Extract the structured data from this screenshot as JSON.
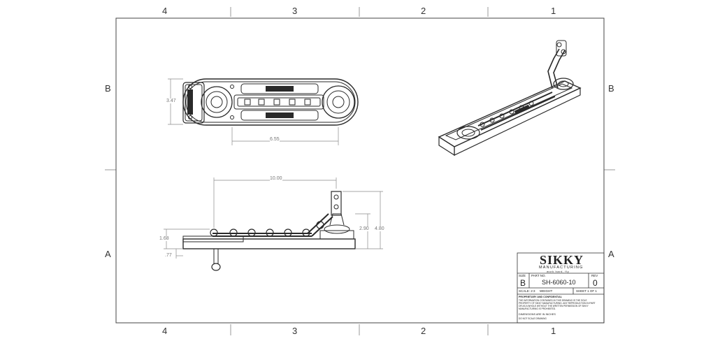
{
  "zones": {
    "columns": [
      "4",
      "3",
      "2",
      "1"
    ],
    "rows": [
      "B",
      "A"
    ]
  },
  "dimensions": {
    "top_height": "3.47",
    "top_center": "6.55",
    "side_length": "10.00",
    "side_mid_height": "2.90",
    "side_total_height": "4.80",
    "side_base_height": "1.68",
    "side_offset": ".77"
  },
  "title_block": {
    "company": "SIKKY",
    "company_sub": "MANUFACTURING",
    "tagline": "work hard, fly",
    "size_label": "SIZE",
    "size_value": "B",
    "part_no_label": "PART NO.",
    "part_no_value": "SH-6060-10",
    "rev_label": "REV",
    "rev_value": "0",
    "scale": "SCALE: 2:3",
    "weight": "WEIGHT:",
    "sheet": "SHEET 1 OF 1",
    "proprietary_title": "PROPRIETARY AND CONFIDENTIAL",
    "proprietary_1": "THE INFORMATION CONTAINED IN THIS DRAWING IS THE SOLE",
    "proprietary_2": "PROPERTY OF SIKKY MANUFACTURING. ANY REPRODUCTION IN PART",
    "proprietary_3": "OR AS A WHOLE WITHOUT THE WRITTEN PERMISSION OF SIKKY",
    "proprietary_4": "MANUFACTURING IS PROHIBITED.",
    "dims_note": "DIMENSIONS ARE IN INCHES",
    "tol_note": "DO NOT SCALE DRAWING"
  },
  "colors": {
    "line": "#2a2a2a",
    "border": "#444444",
    "dim": "#8a8a8a"
  }
}
